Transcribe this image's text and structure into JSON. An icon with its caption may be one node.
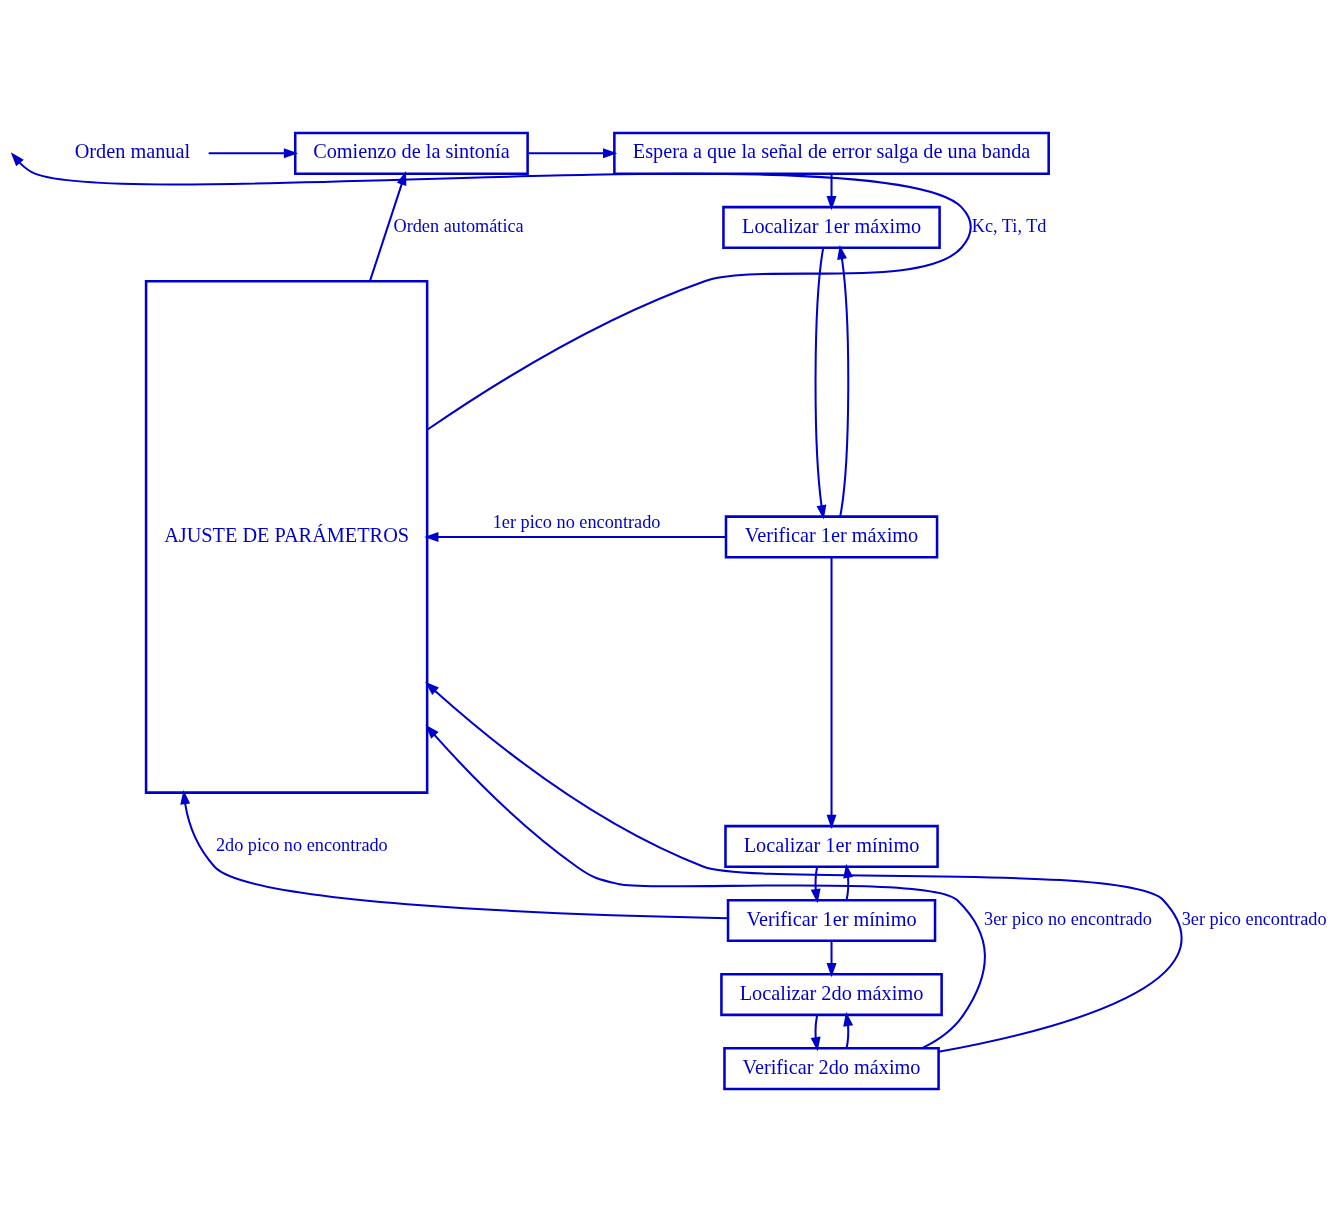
{
  "diagram": {
    "nodes": [
      {
        "text": [
          "Comienzo de la sintonía"
        ]
      },
      {
        "text": [
          "Espera a que la señal de error salga de una banda"
        ]
      },
      {
        "text": [
          "Localizar 1er máximo"
        ]
      },
      {
        "text": [
          "Verificar 1er máximo"
        ]
      },
      {
        "text": [
          "Localizar 1er mínimo"
        ]
      },
      {
        "text": [
          "Verificar 1er mínimo"
        ]
      },
      {
        "text": [
          "Localizar 2do máximo"
        ]
      },
      {
        "text": [
          "Verificar 2do máximo"
        ]
      },
      {
        "text": [
          "AJUSTE DE PARÁMETROS"
        ]
      },
      {
        "text": [
          "Orden manual"
        ]
      }
    ],
    "edges": [
      {
        "from": 0,
        "to": 1,
        "arrow": "to"
      },
      {
        "from": 1,
        "to": 2,
        "arrow": "to"
      },
      {
        "from": 2,
        "to": 3,
        "arrow": "to"
      },
      {
        "from": 3,
        "to": 2,
        "arrow": "to"
      },
      {
        "from": 3,
        "to": 8,
        "label": "1er pico no encontrado",
        "arrow": "to"
      },
      {
        "from": 3,
        "to": 4,
        "arrow": "to"
      },
      {
        "from": 4,
        "to": 5,
        "arrow": "to"
      },
      {
        "from": 5,
        "to": 4,
        "arrow": "to"
      },
      {
        "from": 5,
        "to": 8,
        "label": "2do pico no encontrado",
        "arrow": "to"
      },
      {
        "from": 5,
        "to": 6,
        "arrow": "to"
      },
      {
        "from": 6,
        "to": 7,
        "arrow": "to"
      },
      {
        "from": 7,
        "to": 6,
        "arrow": "to"
      },
      {
        "from": 7,
        "to": 8,
        "label": "3er pico no encontrado",
        "arrow": "to"
      },
      {
        "from": 7,
        "to": 8,
        "label": "3er pico encontrado",
        "arrow": "to"
      },
      {
        "from": 9,
        "to": 0,
        "arrow": "to"
      },
      {
        "from": 8,
        "to": 0,
        "label": "Orden automática",
        "arrow": "to"
      },
      {
        "from": 8,
        "to": null,
        "label": "Kc, Ti, Td",
        "arrow": "to"
      }
    ]
  }
}
